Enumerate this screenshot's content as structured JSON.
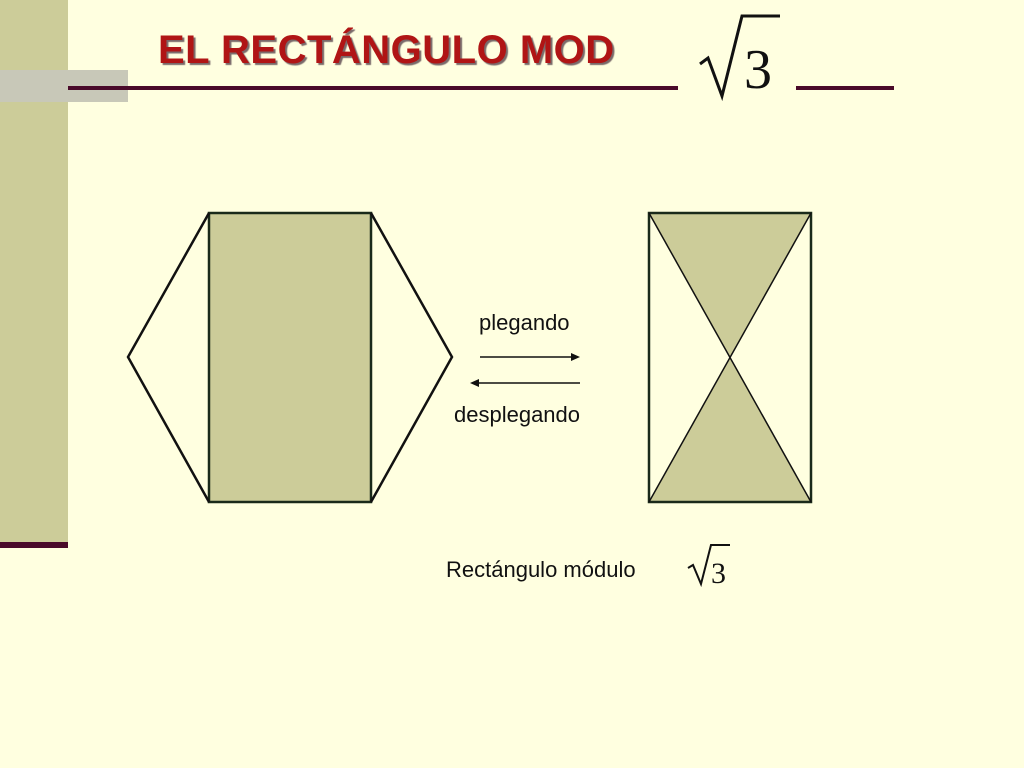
{
  "slide": {
    "title": "EL RECTÁNGULO MOD",
    "title_radicand": "3",
    "label_folding": "plegando",
    "label_unfolding": "desplegando",
    "caption": "Rectángulo módulo",
    "caption_radicand": "3"
  },
  "colors": {
    "background": "#ffffe0",
    "accent_band": "#cccc99",
    "title": "#b01515",
    "rule": "#4a0a2a",
    "shape_fill": "#cccc99",
    "shape_stroke": "#1a2a1a"
  }
}
